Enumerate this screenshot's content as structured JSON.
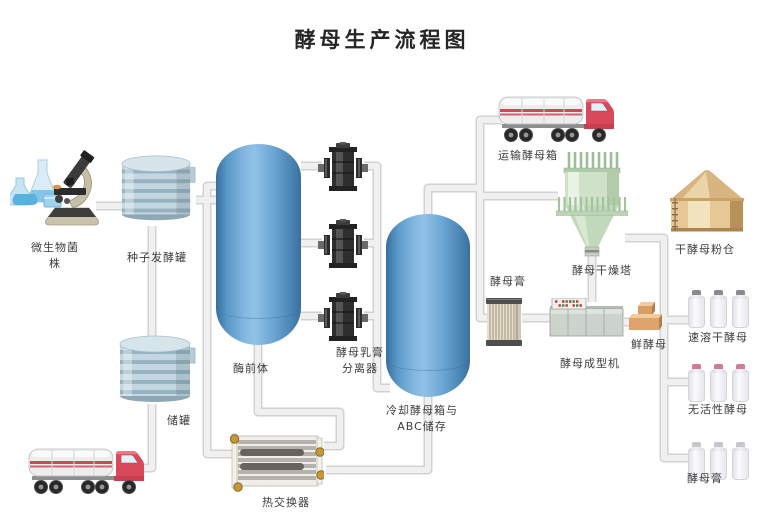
{
  "title": "酵母生产流程图",
  "nodes": {
    "strain": {
      "label": "微生物菌株"
    },
    "seed_fermenter": {
      "label": "种子发酵罐"
    },
    "pre_fermenter": {
      "label": "酶前体"
    },
    "cream_separator": {
      "label": "酵母乳膏分离器"
    },
    "cooling_storage": {
      "label": "冷却酵母箱与ABC储存"
    },
    "transport_truck": {
      "label": "运输酵母箱"
    },
    "drying_tower": {
      "label": "酵母干燥塔"
    },
    "dry_yeast_silo": {
      "label": "干酵母粉仓"
    },
    "yeast_extract_filter": {
      "label": "酵母膏"
    },
    "molding_machine": {
      "label": "酵母成型机"
    },
    "fresh_yeast": {
      "label": "鲜酵母"
    },
    "instant_dry_yeast": {
      "label": "速溶干酵母"
    },
    "inactive_yeast": {
      "label": "无活性酵母"
    },
    "yeast_extract": {
      "label": "酵母膏"
    },
    "storage_tank": {
      "label": "储罐"
    },
    "heat_exchanger": {
      "label": "热交换器"
    }
  },
  "colors": {
    "pipe": "#e8e8e8",
    "tank_blue": "#5b9bd0",
    "ribbed_tank": "#c4d6e0",
    "tower_green": "#cfe2c9",
    "silo_tan": "#e6c896",
    "truck_red": "#d8495c",
    "separator_dark": "#2e2e2e",
    "cap_gray": "#8a8a92",
    "cap_pink": "#cf7d95",
    "cap_plain": "#c6c6cc",
    "label_text": "#3c3c3c",
    "title_text": "#262626"
  }
}
